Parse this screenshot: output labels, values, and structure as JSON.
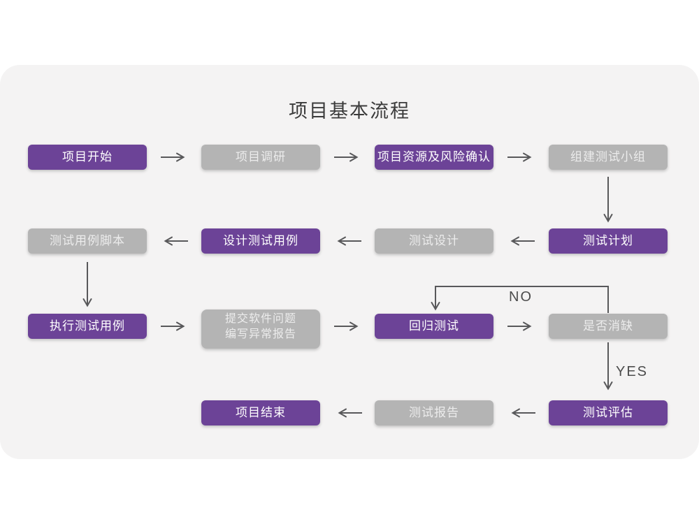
{
  "title": "项目基本流程",
  "colors": {
    "node_primary": "#6c4397",
    "node_secondary": "#b4b4b4",
    "card_background": "#f4f3f3",
    "arrow": "#58585a",
    "title_text": "#3b3b3b"
  },
  "nodes": {
    "project_start": {
      "label": "项目开始"
    },
    "project_research": {
      "label": "项目调研"
    },
    "risk_confirm": {
      "label": "项目资源及风险确认"
    },
    "build_team": {
      "label": "组建测试小组"
    },
    "test_plan": {
      "label": "测试计划"
    },
    "test_design": {
      "label": "测试设计"
    },
    "design_cases": {
      "label": "设计测试用例"
    },
    "case_script": {
      "label": "测试用例脚本"
    },
    "execute_cases": {
      "label": "执行测试用例"
    },
    "submit_issues": {
      "line1": "提交软件问题",
      "line2": "编写异常报告"
    },
    "regression_test": {
      "label": "回归测试"
    },
    "defect_cleared": {
      "label": "是否消缺"
    },
    "test_evaluate": {
      "label": "测试评估"
    },
    "test_report": {
      "label": "测试报告"
    },
    "project_end": {
      "label": "项目结束"
    }
  },
  "edge_labels": {
    "no": "NO",
    "yes": "YES"
  }
}
